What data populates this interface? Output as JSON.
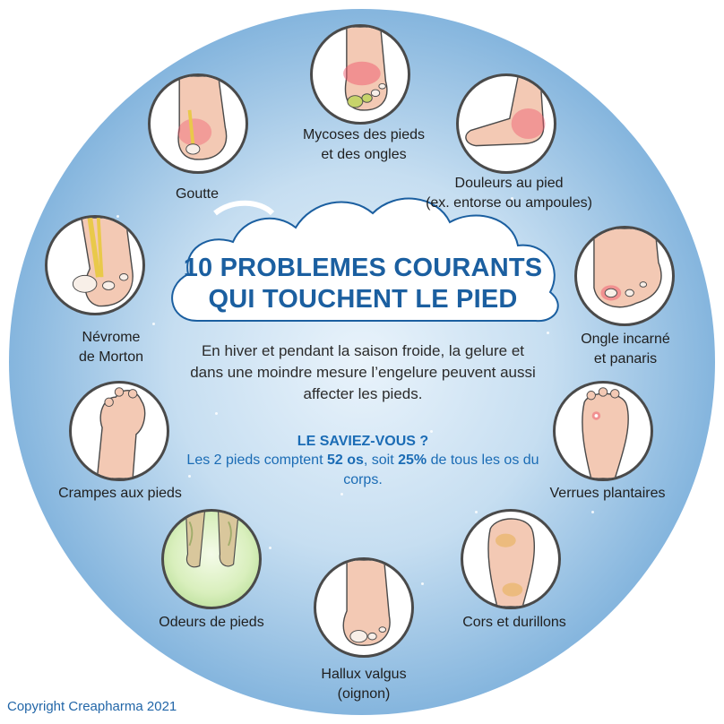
{
  "title": {
    "line1": "10 PROBLEMES COURANTS",
    "line2": "QUI TOUCHENT LE PIED"
  },
  "intro": "En hiver et pendant la saison froide, la gelure et dans une moindre mesure l’engelure peuvent aussi affecter les pieds.",
  "did_you_know": {
    "heading": "LE SAVIEZ-VOUS ?",
    "text_part1": "Les 2 pieds comptent ",
    "bones": "52 os",
    "text_part2": ", soit ",
    "percent": "25%",
    "text_part3": " de tous les os du corps."
  },
  "problems": [
    {
      "line1": "Mycoses des pieds",
      "line2": "et des ongles",
      "icon": "foot-fungus-icon"
    },
    {
      "line1": "Douleurs au pied",
      "line2": "(ex. entorse ou ampoules)",
      "icon": "ankle-pain-icon"
    },
    {
      "line1": "Ongle incarné",
      "line2": "et panaris",
      "icon": "ingrown-nail-icon"
    },
    {
      "line1": "Verrues plantaires",
      "line2": "",
      "icon": "plantar-wart-icon"
    },
    {
      "line1": "Cors et durillons",
      "line2": "",
      "icon": "corns-icon"
    },
    {
      "line1": "Hallux valgus",
      "line2": "(oignon)",
      "icon": "bunion-icon"
    },
    {
      "line1": "Odeurs de pieds",
      "line2": "",
      "icon": "foot-odor-icon"
    },
    {
      "line1": "Crampes aux pieds",
      "line2": "",
      "icon": "foot-cramp-icon"
    },
    {
      "line1": "Névrome",
      "line2": "de Morton",
      "icon": "morton-neuroma-icon"
    },
    {
      "line1": "Goutte",
      "line2": "",
      "icon": "gout-icon"
    }
  ],
  "copyright": "Copyright Creapharma 2021",
  "colors": {
    "title": "#1b5fa0",
    "accent": "#1b6cb5",
    "skin": "#f3c9b4",
    "outline": "#4a4a4a"
  }
}
